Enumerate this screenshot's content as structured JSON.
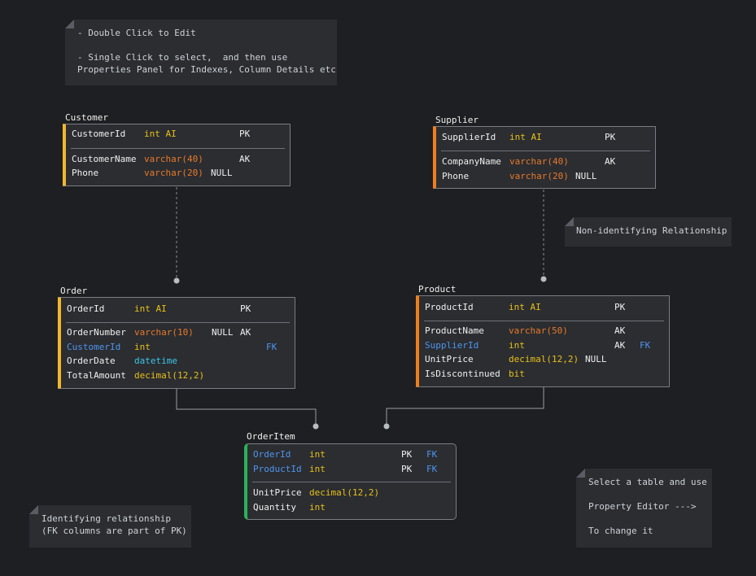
{
  "notes": [
    {
      "id": "note-edit-help",
      "lines": [
        "- Double Click to Edit",
        "",
        "- Single Click to select,  and then use",
        "Properties Panel for Indexes, Column Details etc"
      ]
    },
    {
      "id": "note-non-identifying",
      "lines": [
        "Non-identifying Relationship"
      ]
    },
    {
      "id": "note-identifying",
      "lines": [
        "Identifying relationship",
        "(FK columns are part of PK)"
      ]
    },
    {
      "id": "note-property-editor",
      "lines": [
        "Select a table and use",
        "",
        "Property Editor --->",
        "",
        "To change it"
      ]
    }
  ],
  "colors": {
    "background": "#1e1f22",
    "table_bg": "#2b2d31",
    "accent_yellow": "#f1b82d",
    "accent_orange": "#f07f1a",
    "accent_green": "#29b35a",
    "fk_blue": "#4f95ef"
  },
  "tables": [
    {
      "name": "Customer",
      "columns": [
        {
          "name": "CustomerId",
          "type": "int AI",
          "null": "",
          "key": "PK",
          "fk": ""
        },
        {
          "name": "CustomerName",
          "type": "varchar(40)",
          "null": "",
          "key": "AK",
          "fk": ""
        },
        {
          "name": "Phone",
          "type": "varchar(20)",
          "null": "NULL",
          "key": "",
          "fk": ""
        }
      ]
    },
    {
      "name": "Supplier",
      "columns": [
        {
          "name": "SupplierId",
          "type": "int AI",
          "null": "",
          "key": "PK",
          "fk": ""
        },
        {
          "name": "CompanyName",
          "type": "varchar(40)",
          "null": "",
          "key": "AK",
          "fk": ""
        },
        {
          "name": "Phone",
          "type": "varchar(20)",
          "null": "NULL",
          "key": "",
          "fk": ""
        }
      ]
    },
    {
      "name": "Order",
      "columns": [
        {
          "name": "OrderId",
          "type": "int AI",
          "null": "",
          "key": "PK",
          "fk": ""
        },
        {
          "name": "OrderNumber",
          "type": "varchar(10)",
          "null": "NULL",
          "key": "AK",
          "fk": ""
        },
        {
          "name": "CustomerId",
          "type": "int",
          "null": "",
          "key": "",
          "fk": "FK"
        },
        {
          "name": "OrderDate",
          "type": "datetime",
          "null": "",
          "key": "",
          "fk": ""
        },
        {
          "name": "TotalAmount",
          "type": "decimal(12,2)",
          "null": "",
          "key": "",
          "fk": ""
        }
      ]
    },
    {
      "name": "Product",
      "columns": [
        {
          "name": "ProductId",
          "type": "int AI",
          "null": "",
          "key": "PK",
          "fk": ""
        },
        {
          "name": "ProductName",
          "type": "varchar(50)",
          "null": "",
          "key": "AK",
          "fk": ""
        },
        {
          "name": "SupplierId",
          "type": "int",
          "null": "",
          "key": "AK",
          "fk": "FK"
        },
        {
          "name": "UnitPrice",
          "type": "decimal(12,2)",
          "null": "NULL",
          "key": "",
          "fk": ""
        },
        {
          "name": "IsDiscontinued",
          "type": "bit",
          "null": "",
          "key": "",
          "fk": ""
        }
      ]
    },
    {
      "name": "OrderItem",
      "columns": [
        {
          "name": "OrderId",
          "type": "int",
          "null": "",
          "key": "PK",
          "fk": "FK"
        },
        {
          "name": "ProductId",
          "type": "int",
          "null": "",
          "key": "PK",
          "fk": "FK"
        },
        {
          "name": "UnitPrice",
          "type": "decimal(12,2)",
          "null": "",
          "key": "",
          "fk": ""
        },
        {
          "name": "Quantity",
          "type": "int",
          "null": "",
          "key": "",
          "fk": ""
        }
      ]
    }
  ]
}
